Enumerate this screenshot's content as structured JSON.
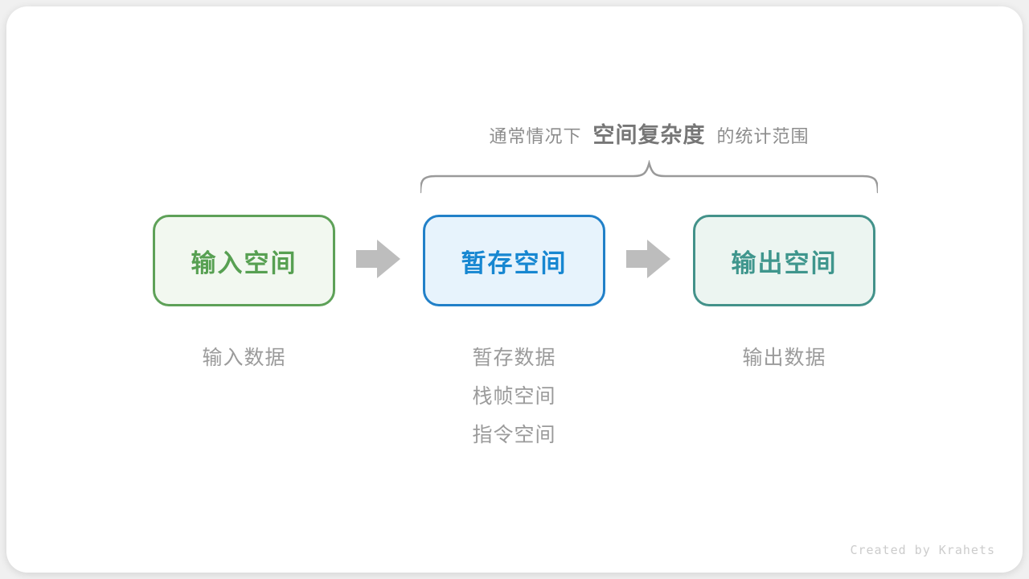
{
  "title": {
    "prefix": "通常情况下",
    "highlight": "空间复杂度",
    "suffix": "的统计范围"
  },
  "boxes": [
    {
      "label": "输入空间",
      "border": "#5ea158",
      "fill": "#f2f8f0",
      "text": "#57a052"
    },
    {
      "label": "暂存空间",
      "border": "#2180c8",
      "fill": "#e7f3fc",
      "text": "#1787d1"
    },
    {
      "label": "输出空间",
      "border": "#43928a",
      "fill": "#ecf5f1",
      "text": "#3f968d"
    }
  ],
  "annotations": {
    "input": "输入数据",
    "temp": [
      "暂存数据",
      "栈帧空间",
      "指令空间"
    ],
    "output": "输出数据"
  },
  "watermark": "Created by Krahets",
  "colors": {
    "arrow": "#bdbdbd",
    "brace": "#9a9a9a",
    "title_text": "#8c8c8c",
    "title_highlight": "#767676",
    "annotation_text": "#9b9b9b",
    "watermark_text": "#cccccc"
  }
}
